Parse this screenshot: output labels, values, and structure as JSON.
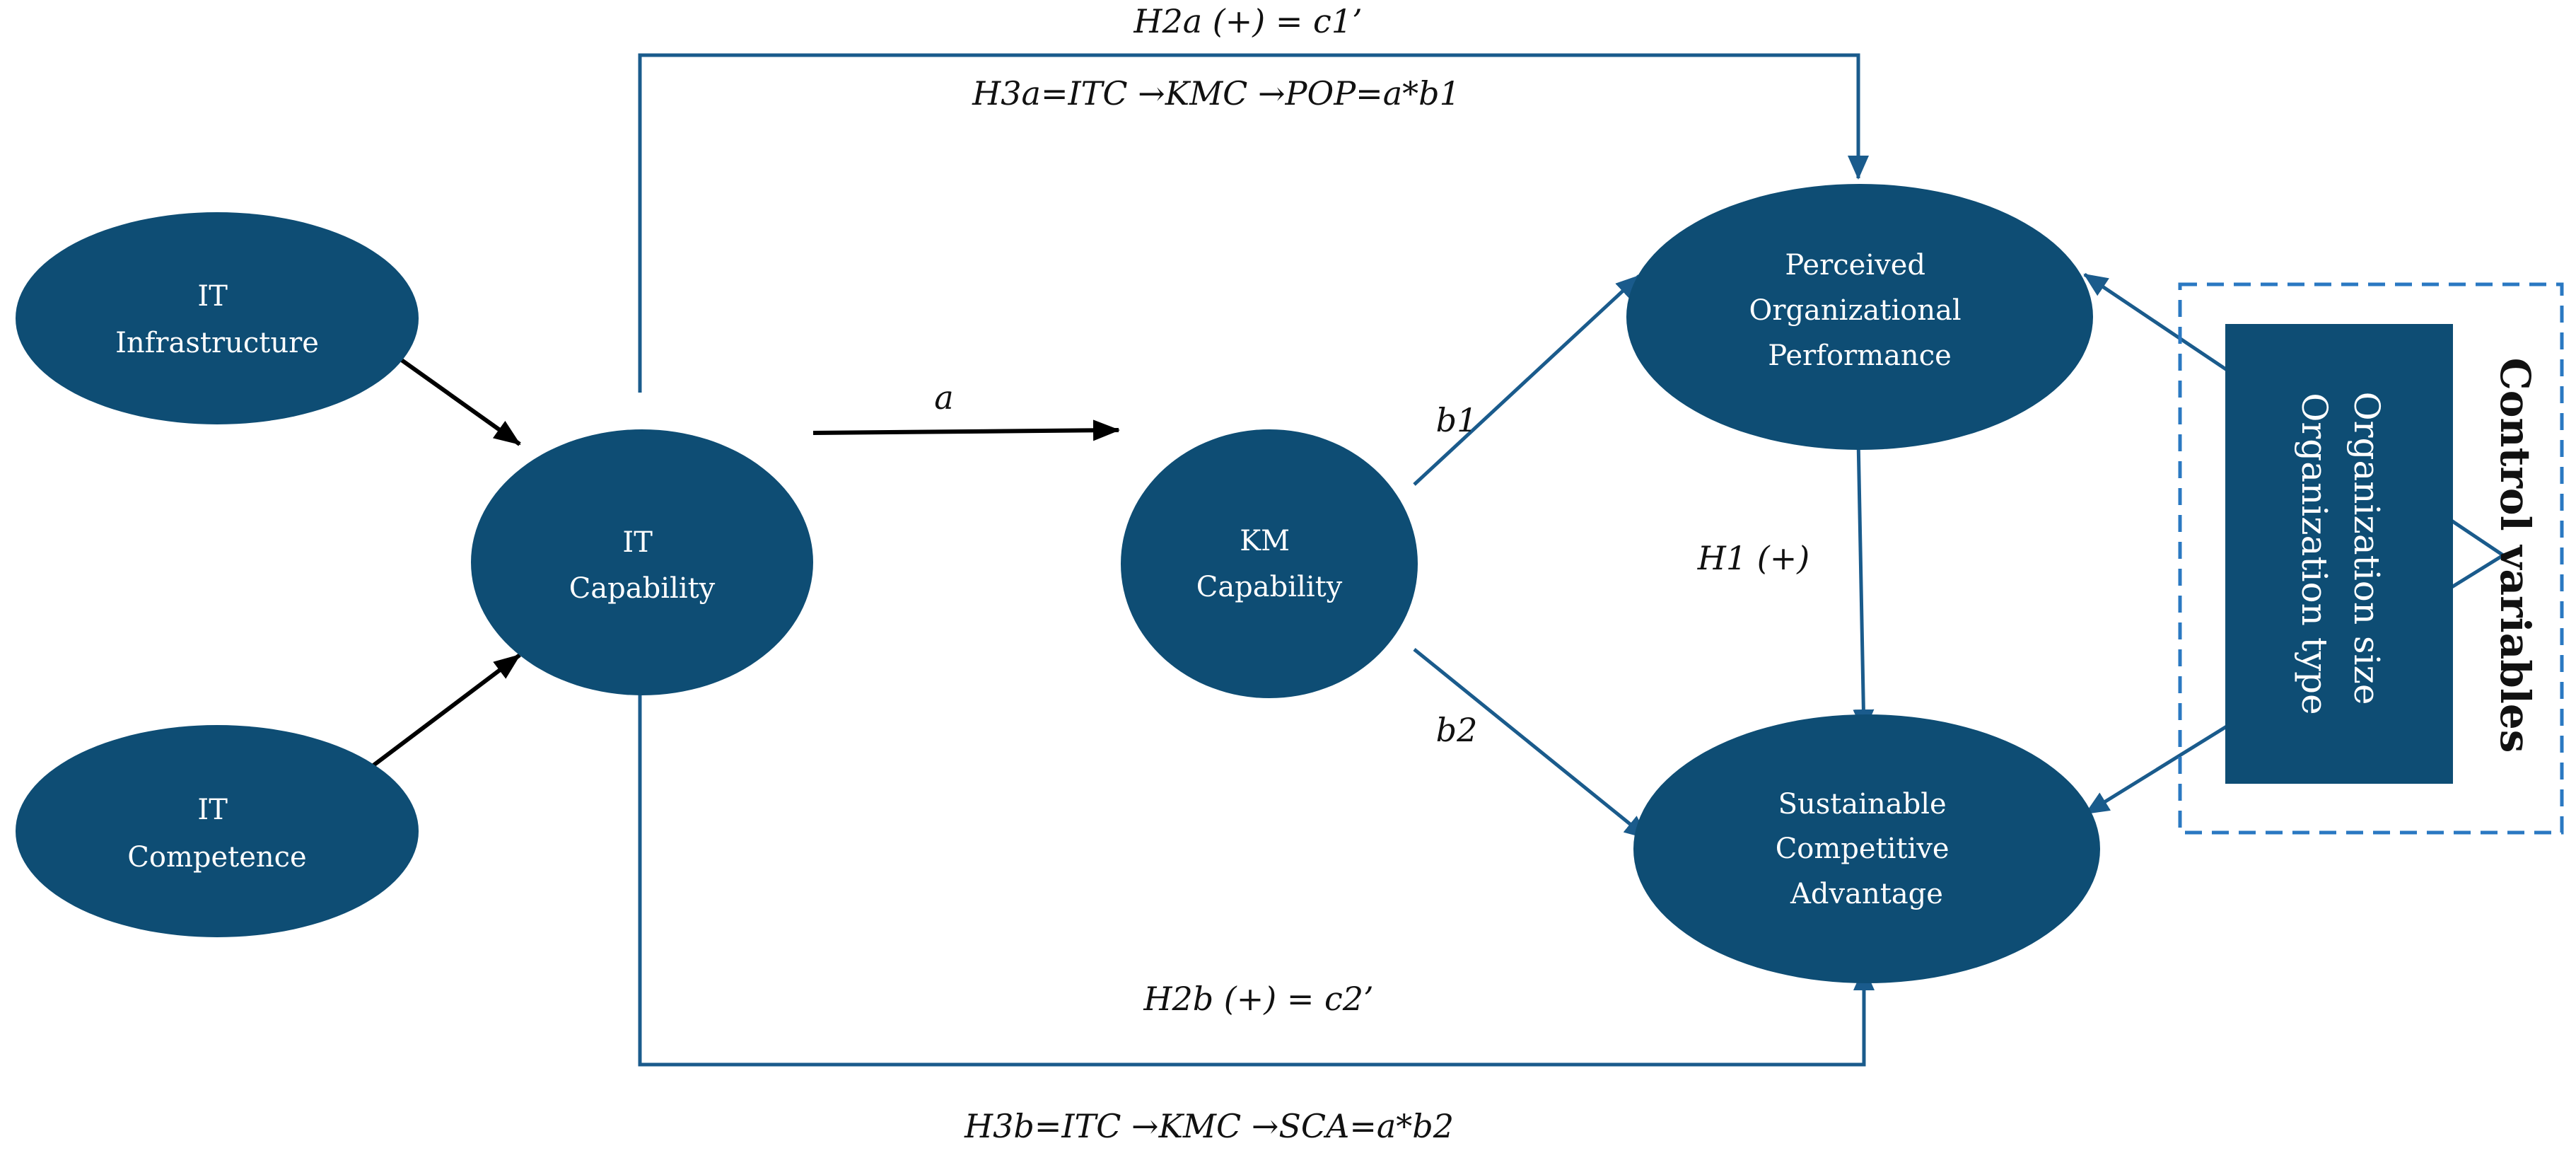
{
  "colors": {
    "node_fill": "#0e4d74",
    "node_text": "#ffffff",
    "arrow_black": "#000000",
    "arrow_blue": "#1a5b8c",
    "dashed_border": "#2a78c2"
  },
  "nodes": {
    "it_infrastructure": [
      "IT",
      "Infrastructure"
    ],
    "it_competence": [
      "IT",
      "Competence"
    ],
    "it_capability": [
      "IT",
      "Capability"
    ],
    "km_capability": [
      "KM",
      "Capability"
    ],
    "perceived_performance": [
      "Perceived",
      "Organizational",
      "Performance"
    ],
    "sustainable_advantage": [
      "Sustainable",
      "Competitive",
      "Advantage"
    ]
  },
  "edge_labels": {
    "h2a": "H2a (+) = c1’",
    "h3a": "H3a=ITC →KMC →POP=a*b1",
    "a": "a",
    "b1": "b1",
    "b2": "b2",
    "h1": "H1 (+)",
    "h2b": "H2b (+) = c2’",
    "h3b": "H3b=ITC →KMC →SCA=a*b2"
  },
  "control": {
    "title": "Control variables",
    "items": [
      "Organization size",
      "Organization type"
    ]
  }
}
